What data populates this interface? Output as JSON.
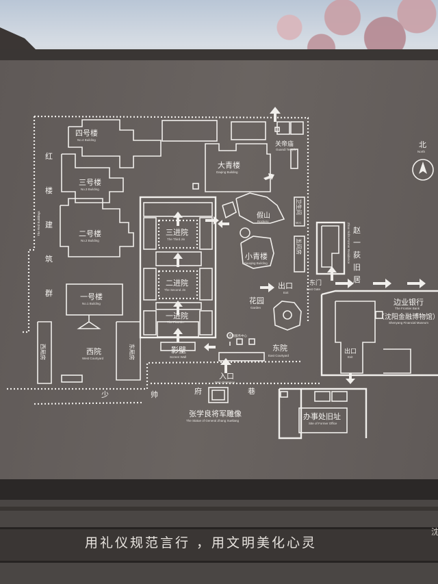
{
  "map": {
    "north": {
      "zh": "北",
      "en": "North"
    },
    "places": {
      "building4": {
        "zh": "四号楼",
        "en": "No.4 Building"
      },
      "building3": {
        "zh": "三号楼",
        "en": "No.3 Building"
      },
      "building2": {
        "zh": "二号楼",
        "en": "No.2 Building"
      },
      "building1": {
        "zh": "一号楼",
        "en": "No.1 Building"
      },
      "red_buildings": {
        "zh": [
          "红",
          "楼",
          "建",
          "筑",
          "群"
        ],
        "en": "The Red Buildings"
      },
      "west_courtyard": {
        "zh": "西院",
        "en": "West Courtyard"
      },
      "west_wing": {
        "zh": "西厢房",
        "en": "West Wing"
      },
      "east_wing": {
        "zh": "东厢房",
        "en": "East Wing"
      },
      "dacing": {
        "zh": "大青楼",
        "en": "Daqing Building"
      },
      "guandi": {
        "zh": "关帝庙",
        "en": "Guandi Temple"
      },
      "rockery": {
        "zh": "假山",
        "en": "Rockery"
      },
      "wc": {
        "zh": "卫生间",
        "en": "W.C"
      },
      "five_rooms": {
        "zh": "五间房",
        "en": "The Five Rooms"
      },
      "xiaoqing": {
        "zh": "小青楼",
        "en": "Xiaoqing Building"
      },
      "third_jin": {
        "zh": "三进院",
        "en": "The Third Jin"
      },
      "second_jin": {
        "zh": "二进院",
        "en": "The Second Jin"
      },
      "first_jin": {
        "zh": "一进院",
        "en": "The First Jin"
      },
      "screen_wall": {
        "zh": "影壁",
        "en": "Screen Wall"
      },
      "exit": {
        "zh": "出口",
        "en": "Exit"
      },
      "garden": {
        "zh": "花园",
        "en": "Garden"
      },
      "east_gate": {
        "zh": "东门",
        "en": "East Gate"
      },
      "east_courtyard": {
        "zh": "东院",
        "en": "East Courtyard"
      },
      "zhao_yidi": {
        "zh": [
          "赵",
          "一",
          "荻",
          "旧",
          "居"
        ],
        "en": "Zhao Yidi's Former Residence"
      },
      "frontier_bank": {
        "zh": "边业银行",
        "en": "The Frontier Bank"
      },
      "financial_museum": {
        "zh": "（沈阳金融博物馆）",
        "en": "Shenyang Financial Museum"
      },
      "bank_exit": {
        "zh": "出口",
        "en": "Exit"
      },
      "main_entrance": {
        "zh": "入口",
        "en": "Main Entrance"
      },
      "street": {
        "zh": [
          "少",
          "帅",
          "府",
          "巷"
        ]
      },
      "statue": {
        "zh": "张学良将军雕像",
        "en": "The Statue of General Zhang Xueliang"
      },
      "former_office": {
        "zh": "办事处旧址",
        "en": "Site of Former Office"
      },
      "service_label": "咨询服务中心"
    },
    "icons": [
      "north-compass-icon",
      "direction-arrow-icon",
      "toilet-icon",
      "accessible-icon",
      "info-icon",
      "camera-icon"
    ],
    "colors": {
      "line": "#f1efec",
      "board": "#65605d",
      "frame": "#3a3634"
    }
  },
  "banner": {
    "slogan": "用礼仪规范言行 ，用文明美化心灵",
    "edge_text": "沈"
  }
}
